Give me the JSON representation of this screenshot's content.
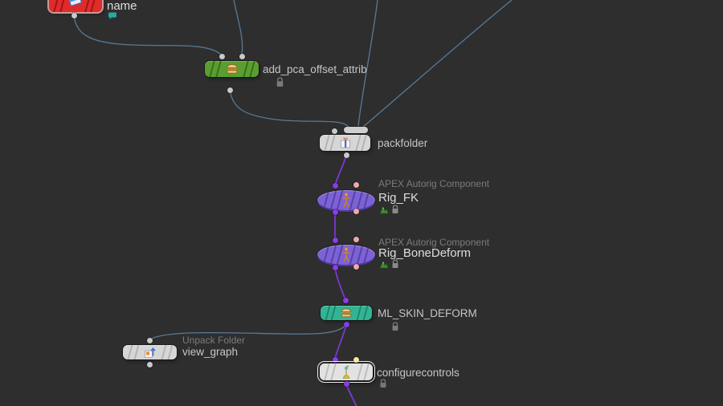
{
  "editor": {
    "kind": "node-network-editor",
    "background": "#2e2e2f"
  },
  "colors": {
    "wire_data": "#5b7e9d",
    "wire_rig": "#7b3bd6",
    "node_red": "#df2b2b",
    "node_green": "#5a9e30",
    "node_teal": "#32b493",
    "node_gray": "#d6d6d6",
    "node_purple": "#7d62d6",
    "port_gray": "#c9c9c9",
    "port_purple": "#8a3ce8",
    "port_pink": "#f0a8a8",
    "port_yellow": "#f2eaa0",
    "label_primary": "#c6c6c6",
    "label_secondary": "#7b7b7b",
    "comment_bubble": "#2aa79b"
  },
  "nodes": [
    {
      "id": "name",
      "label": "name",
      "icon": "name-tag-icon",
      "badges": [
        "comment"
      ]
    },
    {
      "id": "add_pca_offset_attrib",
      "label": "add_pca_offset_attrib",
      "icon": "stack-icon",
      "badges": [
        "lock"
      ]
    },
    {
      "id": "packfolder",
      "label": "packfolder",
      "icon": "pack-icon",
      "badges": []
    },
    {
      "id": "Rig_FK",
      "label": "Rig_FK",
      "sublabel": "APEX Autorig Component",
      "icon": "character-icon",
      "badges": [
        "template-flag",
        "lock"
      ]
    },
    {
      "id": "Rig_BoneDeform",
      "label": "Rig_BoneDeform",
      "sublabel": "APEX Autorig Component",
      "icon": "character-icon",
      "badges": [
        "template-flag",
        "lock"
      ]
    },
    {
      "id": "ML_SKIN_DEFORM",
      "label": "ML_SKIN_DEFORM",
      "icon": "stack-icon",
      "badges": [
        "lock"
      ]
    },
    {
      "id": "view_graph",
      "label": "view_graph",
      "sublabel": "Unpack Folder",
      "icon": "unpack-icon",
      "badges": []
    },
    {
      "id": "configurecontrols",
      "label": "configurecontrols",
      "icon": "controls-icon",
      "badges": [
        "lock"
      ],
      "selected": true
    }
  ],
  "wires": [
    {
      "from": "name",
      "to": "add_pca_offset_attrib",
      "type": "data"
    },
    {
      "from": "offscreen-top",
      "to": "add_pca_offset_attrib",
      "type": "data"
    },
    {
      "from": "add_pca_offset_attrib",
      "to": "packfolder",
      "type": "data"
    },
    {
      "from": "offscreen-top",
      "to": "packfolder",
      "type": "data"
    },
    {
      "from": "offscreen-top-right",
      "to": "packfolder",
      "type": "data"
    },
    {
      "from": "packfolder",
      "to": "Rig_FK",
      "type": "rig"
    },
    {
      "from": "Rig_FK",
      "to": "Rig_BoneDeform",
      "type": "rig"
    },
    {
      "from": "Rig_BoneDeform",
      "to": "ML_SKIN_DEFORM",
      "type": "rig"
    },
    {
      "from": "ML_SKIN_DEFORM",
      "to": "view_graph",
      "type": "data"
    },
    {
      "from": "ML_SKIN_DEFORM",
      "to": "configurecontrols",
      "type": "rig"
    },
    {
      "from": "configurecontrols",
      "to": "offscreen-bottom",
      "type": "rig"
    }
  ]
}
